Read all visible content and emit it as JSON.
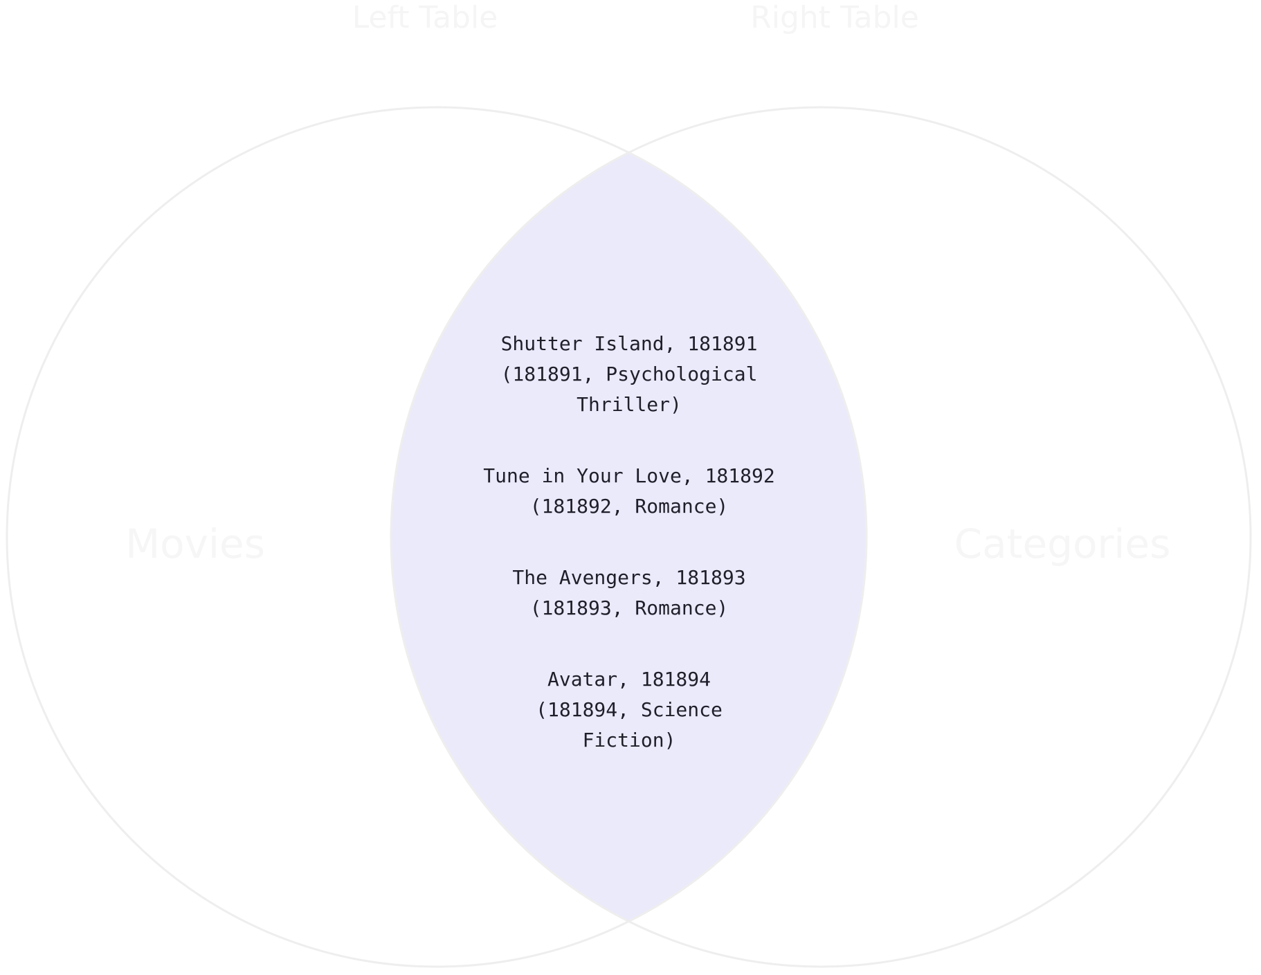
{
  "headers": {
    "left": "Left Table",
    "right": "Right Table"
  },
  "sets": {
    "left": "Movies",
    "right": "Categories"
  },
  "overlap_rows": [
    {
      "lines": [
        "Shutter Island, 181891",
        "(181891, Psychological",
        "Thriller)"
      ]
    },
    {
      "lines": [
        "Tune in Your Love, 181892",
        "(181892, Romance)"
      ]
    },
    {
      "lines": [
        "The Avengers, 181893",
        "(181893, Romance)"
      ]
    },
    {
      "lines": [
        "Avatar, 181894",
        "(181894, Science",
        "Fiction)"
      ]
    }
  ],
  "colors": {
    "overlap_fill": "#ebeafb",
    "outline": "#eeeeee",
    "faint_label": "#f5f5f5",
    "text": "#1f1f2a"
  }
}
